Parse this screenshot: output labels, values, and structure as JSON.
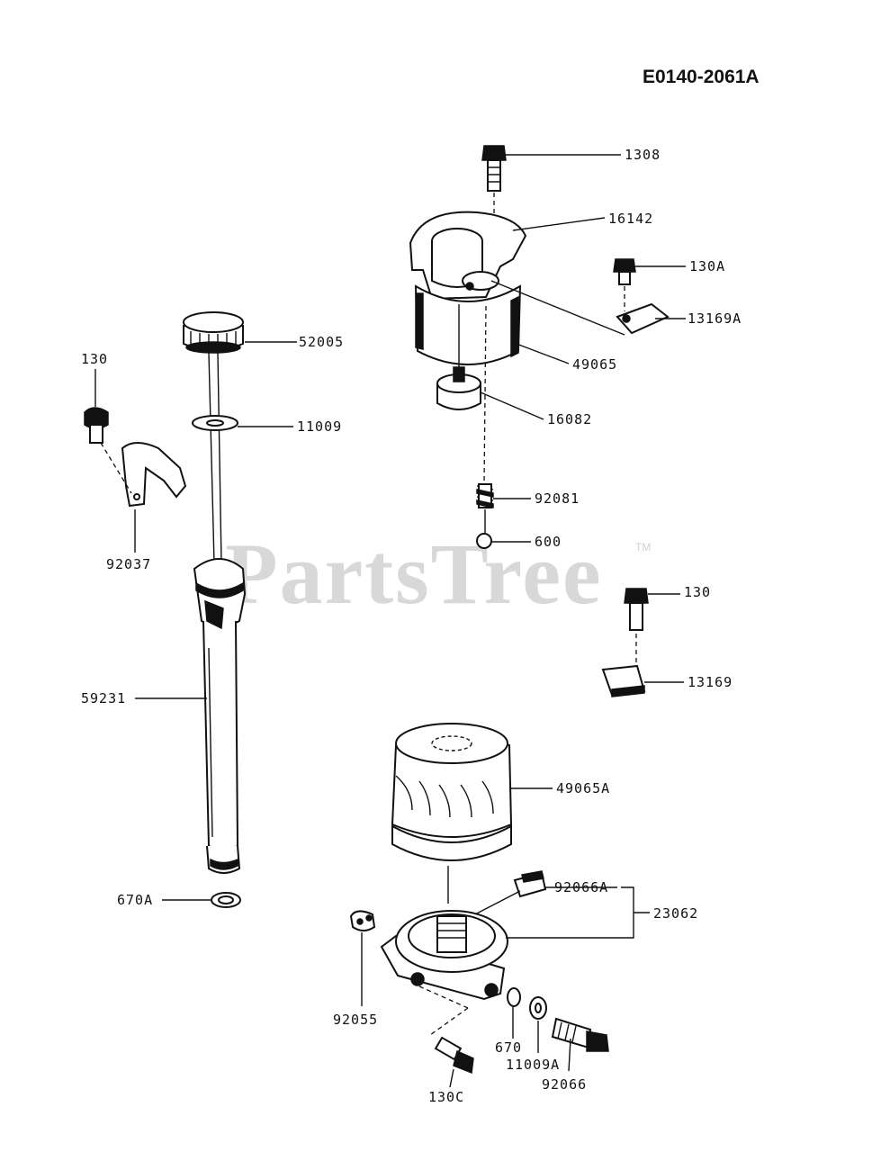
{
  "diagram": {
    "code": "E0140-2061A",
    "watermark": "PartsTree",
    "trademark": "TM",
    "labels": {
      "p1308": "1308",
      "p16142": "16142",
      "p130A": "130A",
      "p13169A": "13169A",
      "p49065": "49065",
      "p16082": "16082",
      "p92081": "92081",
      "p600": "600",
      "p130_right": "130",
      "p13169": "13169",
      "p52005": "52005",
      "p11009": "11009",
      "p130_left": "130",
      "p92037": "92037",
      "p59231": "59231",
      "p670A": "670A",
      "p49065A": "49065A",
      "p92066A": "92066A",
      "p23062": "23062",
      "p92055": "92055",
      "p670": "670",
      "p11009A": "11009A",
      "p92066": "92066",
      "p130C": "130C"
    }
  }
}
